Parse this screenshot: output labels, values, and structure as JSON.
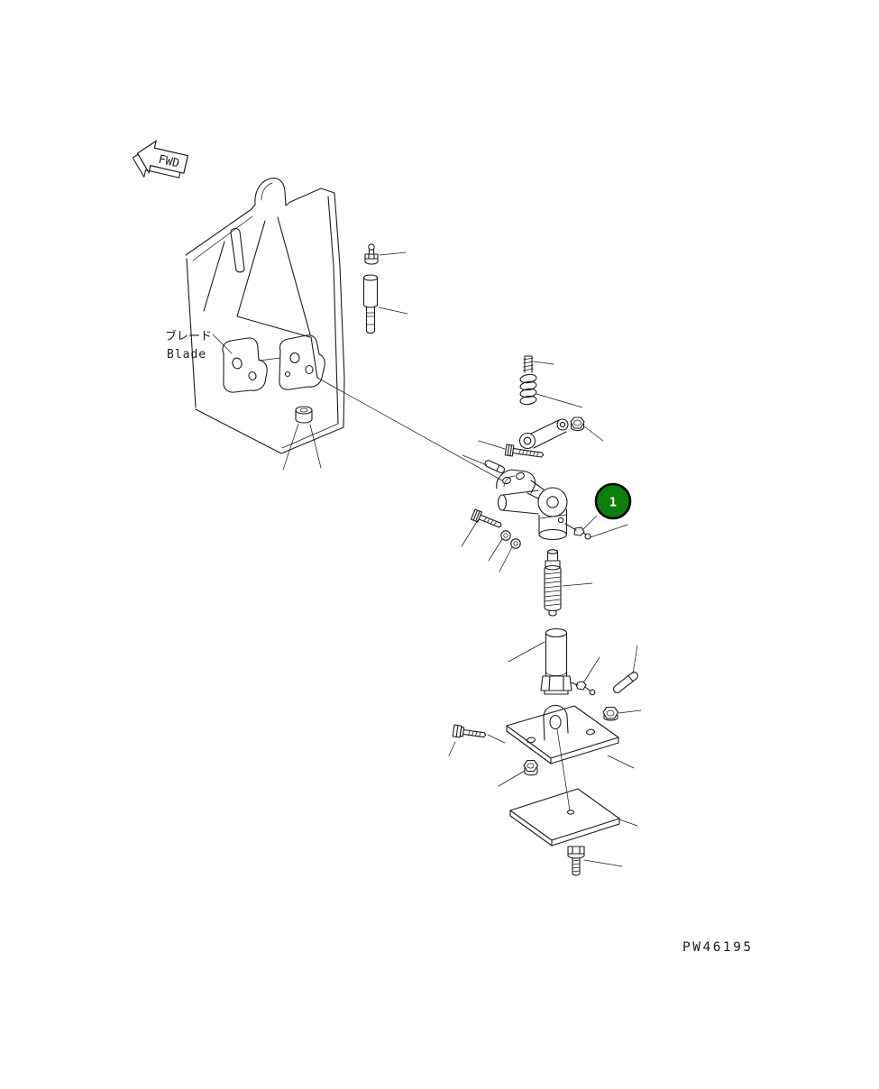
{
  "page": {
    "background_color": "#ffffff"
  },
  "diagram": {
    "fwd_label": "FWD",
    "blade_label_jp": "ブレード",
    "blade_label_en": "Blade",
    "drawing_number": "PW46195",
    "line_color": "#1d1d1d",
    "callout_1": {
      "number": "1",
      "fill_color": "#0c7f0c",
      "ring_color": "#000000",
      "text_color": "#ffffff"
    }
  }
}
